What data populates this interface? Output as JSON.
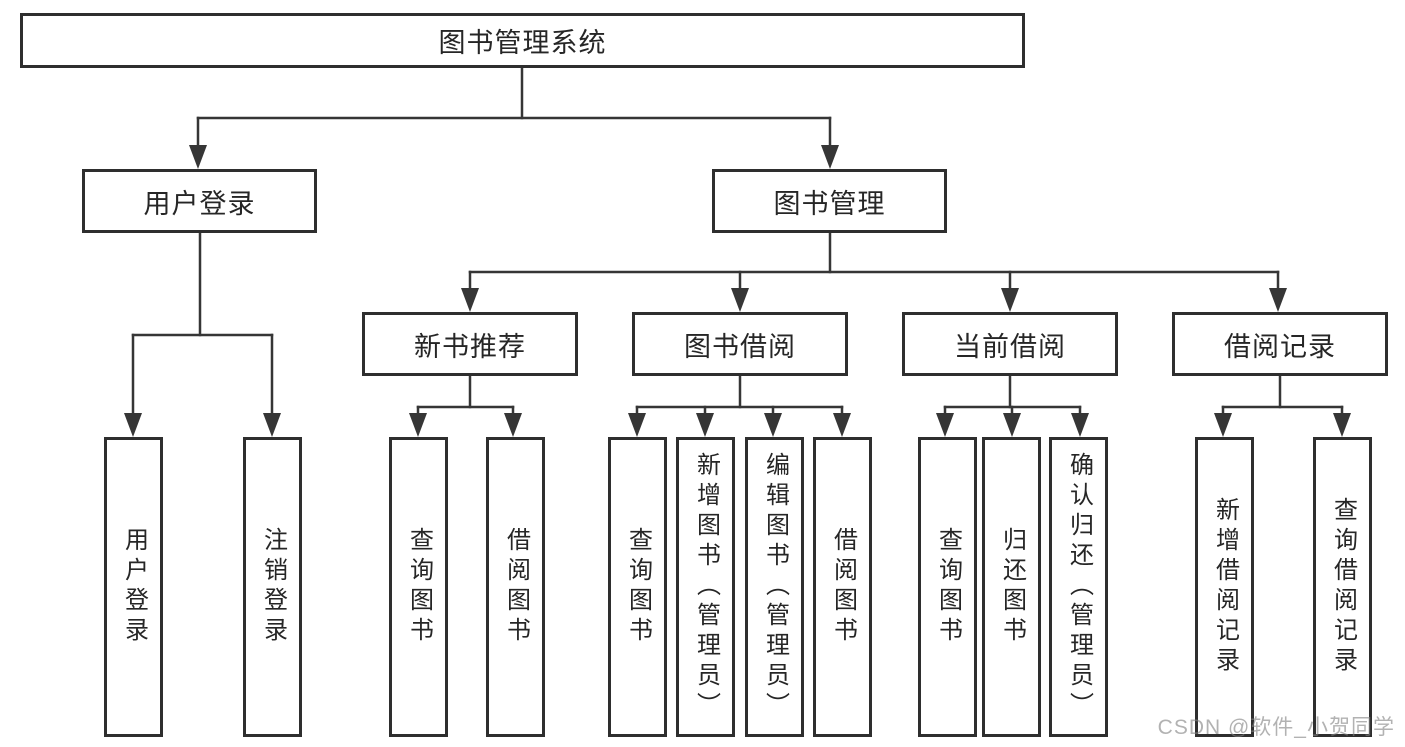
{
  "tree": {
    "root": "图书管理系统",
    "branches": [
      {
        "label": "用户登录",
        "children": [
          {
            "label": "用户登录"
          },
          {
            "label": "注销登录"
          }
        ]
      },
      {
        "label": "图书管理",
        "children": [
          {
            "label": "新书推荐",
            "children": [
              {
                "label": "查询图书"
              },
              {
                "label": "借阅图书"
              }
            ]
          },
          {
            "label": "图书借阅",
            "children": [
              {
                "label": "查询图书"
              },
              {
                "label": "新增图书（管理员）"
              },
              {
                "label": "编辑图书（管理员）"
              },
              {
                "label": "借阅图书"
              }
            ]
          },
          {
            "label": "当前借阅",
            "children": [
              {
                "label": "查询图书"
              },
              {
                "label": "归还图书"
              },
              {
                "label": "确认归还（管理员）"
              }
            ]
          },
          {
            "label": "借阅记录",
            "children": [
              {
                "label": "新增借阅记录"
              },
              {
                "label": "查询借阅记录"
              }
            ]
          }
        ]
      }
    ]
  },
  "watermark": "CSDN @软件_小贺同学",
  "colors": {
    "line": "#363636",
    "border": "#2e2e2e",
    "text": "#262626",
    "watermark": "#828282"
  }
}
